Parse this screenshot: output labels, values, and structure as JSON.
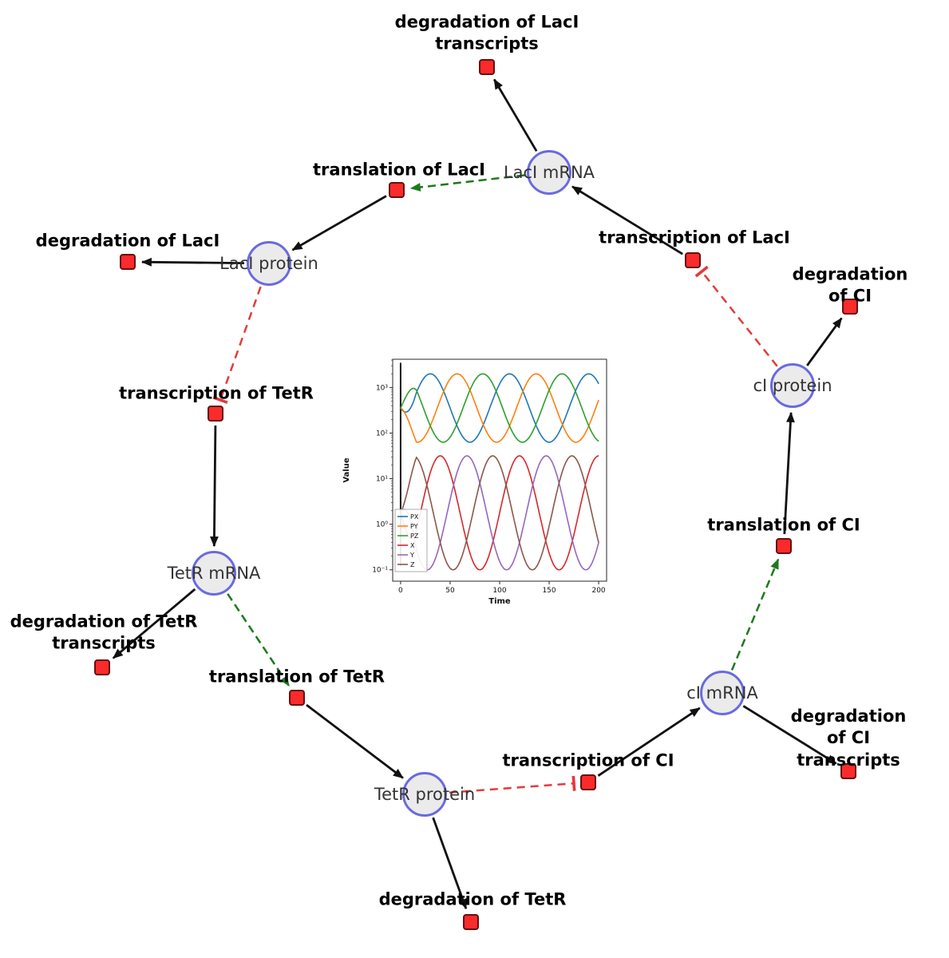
{
  "network": {
    "species": [
      {
        "id": "lacI-mrna",
        "label": "LacI mRNA"
      },
      {
        "id": "lacI-protein",
        "label": "LacI protein"
      },
      {
        "id": "tetR-mrna",
        "label": "TetR mRNA"
      },
      {
        "id": "tetR-protein",
        "label": "TetR protein"
      },
      {
        "id": "cI-mrna",
        "label": "cI mRNA"
      },
      {
        "id": "cI-protein",
        "label": "cI protein"
      }
    ],
    "reactions": [
      {
        "id": "degradation-of-lacI-transcripts",
        "label": "degradation of LacI\ntranscripts"
      },
      {
        "id": "translation-of-lacI",
        "label": "translation of LacI"
      },
      {
        "id": "transcription-of-lacI",
        "label": "transcription of LacI"
      },
      {
        "id": "degradation-of-lacI",
        "label": "degradation of LacI"
      },
      {
        "id": "degradation-of-cI",
        "label": "degradation of CI"
      },
      {
        "id": "transcription-of-tetR",
        "label": "transcription of TetR"
      },
      {
        "id": "translation-of-cI",
        "label": "translation of CI"
      },
      {
        "id": "degradation-of-tetR-transcripts",
        "label": "degradation of TetR\ntranscripts"
      },
      {
        "id": "translation-of-tetR",
        "label": "translation of TetR"
      },
      {
        "id": "transcription-of-cI",
        "label": "transcription of CI"
      },
      {
        "id": "degradation-of-cI-transcripts",
        "label": "degradation of CI\ntranscripts"
      },
      {
        "id": "degradation-of-tetR",
        "label": "degradation of TetR"
      }
    ],
    "edge_types": {
      "reaction_edge_color": "#111111",
      "modifier_edge_color": "#1c7a1c",
      "inhibition_edge_color": "#e23b3b"
    },
    "node_style": {
      "species_fill": "#ebebeb",
      "species_stroke": "#6a6ae0",
      "reaction_fill": "#fb2b2b",
      "reaction_stroke": "#641010"
    }
  },
  "chart_data": {
    "type": "line",
    "xlabel": "Time",
    "ylabel": "Value",
    "x_range": [
      0,
      200
    ],
    "y_scale": "log",
    "y_range": [
      0.1,
      2000
    ],
    "x_ticks": [
      0,
      50,
      100,
      150,
      200
    ],
    "y_ticks": [
      {
        "value": 0.1,
        "label": "10⁻¹"
      },
      {
        "value": 1,
        "label": "10⁰"
      },
      {
        "value": 10,
        "label": "10¹"
      },
      {
        "value": 100,
        "label": "10²"
      },
      {
        "value": 1000,
        "label": "10³"
      }
    ],
    "legend_position": "lower left",
    "series": [
      {
        "name": "PX",
        "color": "#1f77b4",
        "log_mean": 2.55,
        "log_amp": 0.75,
        "period": 80,
        "phase": 10,
        "min": 63,
        "max": 2000
      },
      {
        "name": "PY",
        "color": "#ff7f0e",
        "log_mean": 2.55,
        "log_amp": 0.75,
        "period": 80,
        "phase": 37,
        "min": 63,
        "max": 2000
      },
      {
        "name": "PZ",
        "color": "#2ca02c",
        "log_mean": 2.55,
        "log_amp": 0.75,
        "period": 80,
        "phase": 63,
        "min": 63,
        "max": 2000
      },
      {
        "name": "X",
        "color": "#d62728",
        "log_mean": 0.25,
        "log_amp": 1.25,
        "period": 80,
        "phase": 20,
        "min": 0.1,
        "max": 32
      },
      {
        "name": "Y",
        "color": "#9467bd",
        "log_mean": 0.25,
        "log_amp": 1.25,
        "period": 80,
        "phase": 47,
        "min": 0.1,
        "max": 32
      },
      {
        "name": "Z",
        "color": "#8c564b",
        "log_mean": 0.25,
        "log_amp": 1.25,
        "period": 80,
        "phase": 73,
        "min": 0.1,
        "max": 32
      }
    ]
  }
}
